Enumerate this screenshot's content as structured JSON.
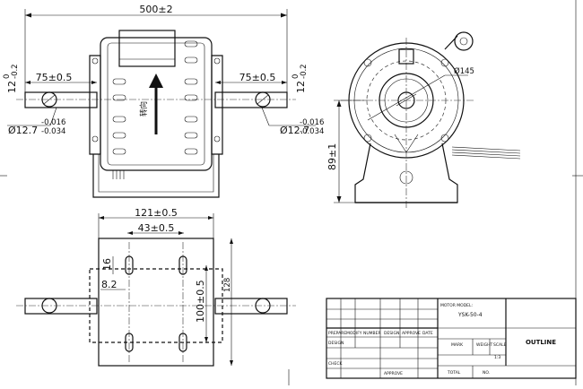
{
  "front_view": {
    "overall_length": "500±2",
    "shaft_length_left": "75±0.5",
    "shaft_length_right": "75±0.5",
    "keyway_left": "12",
    "keyway_left_tol_upper": "0",
    "keyway_left_tol_lower": "-0.2",
    "keyway_right": "12",
    "keyway_right_tol_upper": "0",
    "keyway_right_tol_lower": "-0.2",
    "shaft_dia_left": "Ø12.7",
    "shaft_dia_left_tol_upper": "-0.016",
    "shaft_dia_left_tol_lower": "-0.034",
    "shaft_dia_right": "Ø12.7",
    "shaft_dia_right_tol_upper": "-0.016",
    "shaft_dia_right_tol_lower": "-0.034",
    "rotation_label": "转向"
  },
  "side_view": {
    "center_height": "89±1",
    "bolt_circle": "Ø145"
  },
  "bottom_view": {
    "base_width": "121±0.5",
    "hole_spacing_x": "43±0.5",
    "hole_spacing_y": "100±0.5",
    "slot_width": "8.2",
    "slot_length": "16",
    "base_depth": "128"
  },
  "title_block": {
    "motor_model_label": "MOTOR MODEL:",
    "motor_model_value": "YSK-50-4",
    "drawing_title": "OUTLINE",
    "prepare_label": "PREPARE",
    "modify_label": "MODIFY NUMBER",
    "design_label": "DESIGN",
    "approve_label": "APPROVE",
    "date_label": "DATE",
    "design2_label": "DESIGN",
    "check_label": "CHECK",
    "approve2_label": "APPROVE",
    "mark_label": "MARK",
    "weight_label": "WEIGHT",
    "scale_label": "SCALE",
    "scale_value": "1:3",
    "total_label": "TOTAL",
    "sheet_label": "NO."
  }
}
